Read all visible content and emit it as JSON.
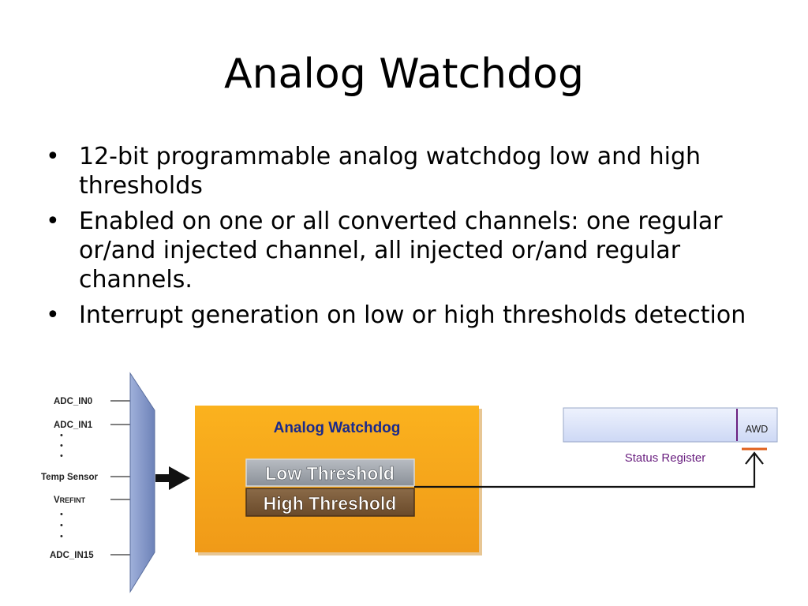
{
  "slide": {
    "title": "Analog Watchdog",
    "bullets": [
      "12-bit programmable analog watchdog low and high thresholds",
      "Enabled on one or all converted channels: one regular or/and injected  channel, all injected or/and regular channels.",
      "Interrupt generation on low or high thresholds detection"
    ],
    "bullet_glyph": "•"
  },
  "diagram": {
    "inputs": {
      "adc_in0": "ADC_IN0",
      "adc_in1": "ADC_IN1",
      "temp_sensor": "Temp Sensor",
      "vrefint_v": "V",
      "vrefint_sub": "REFINT",
      "adc_in15": "ADC_IN15",
      "ellipsis_dot": "•"
    },
    "watchdog": {
      "title": "Analog Watchdog",
      "low_threshold": "Low Threshold",
      "high_threshold": "High Threshold"
    },
    "status_register": {
      "label": "Status Register",
      "flag": "AWD"
    },
    "colors": {
      "mux": "#7b8fc0",
      "watchdog_fill": "#f5a623",
      "watchdog_title": "#1a2a8c",
      "low_threshold_fill": "#9aa0a8",
      "high_threshold_fill": "#7a5a3a",
      "register_fill": "#dde6fb",
      "register_label": "#6a2080",
      "flag_marker": "#e0601a"
    }
  }
}
